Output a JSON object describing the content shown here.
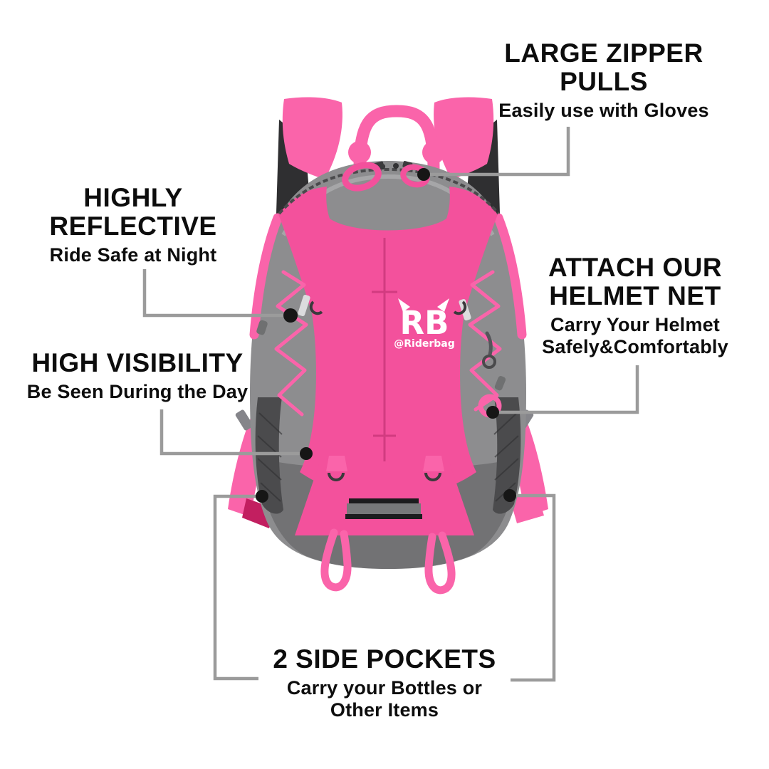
{
  "colors": {
    "pink": "#f3519c",
    "pink-strap": "#fa64aa",
    "pink-dark": "#d23b80",
    "gray-panel": "#8d8d8f",
    "gray-light": "#a6a6a8",
    "gray-dark": "#727274",
    "mesh": "#2f2f31",
    "mesh-pocket": "#4b4b4d",
    "line": "#9b9b9b",
    "dot": "#161616",
    "text": "#0d0d0d",
    "white": "#ffffff"
  },
  "logo": {
    "initials": "RB",
    "handle": "@Riderbag"
  },
  "callouts": {
    "zipper_pulls": {
      "title_lines": [
        "LARGE ZIPPER",
        "PULLS"
      ],
      "subtitle_lines": [
        "Easily use with Gloves"
      ]
    },
    "reflective": {
      "title_lines": [
        "HIGHLY",
        "REFLECTIVE"
      ],
      "subtitle_lines": [
        "Ride Safe at Night"
      ]
    },
    "visibility": {
      "title_lines": [
        "HIGH VISIBILITY"
      ],
      "subtitle_lines": [
        "Be Seen During the Day"
      ]
    },
    "helmet_net": {
      "title_lines": [
        "ATTACH OUR",
        "HELMET NET"
      ],
      "subtitle_lines": [
        "Carry Your Helmet",
        "Safely&Comfortably"
      ]
    },
    "side_pockets": {
      "title_lines": [
        "2 SIDE POCKETS"
      ],
      "subtitle_lines": [
        "Carry your Bottles or",
        "Other Items"
      ]
    }
  }
}
